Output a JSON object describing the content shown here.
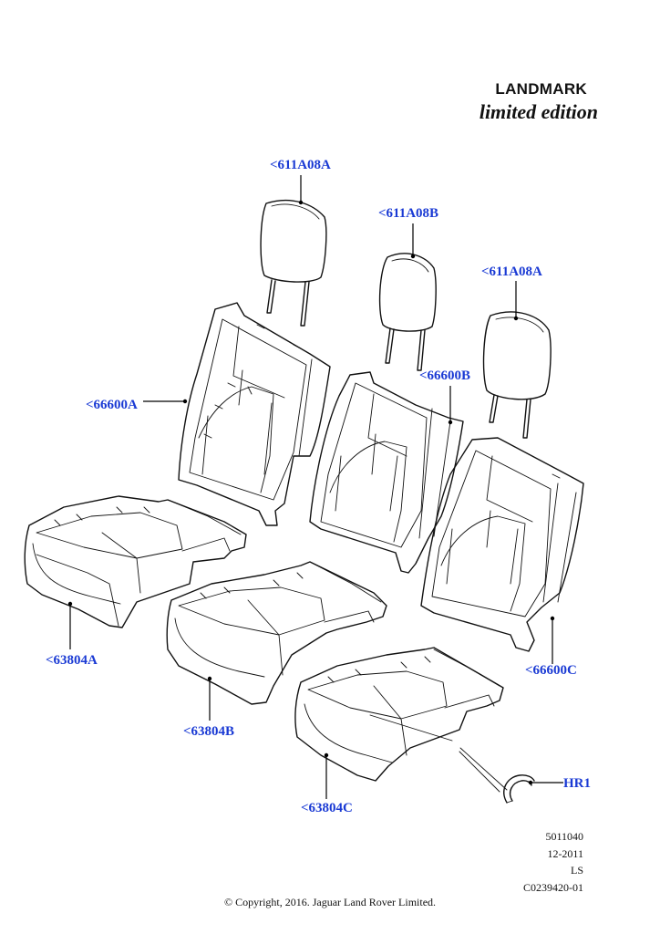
{
  "brand": {
    "title": "LANDMARK",
    "subtitle": "limited edition"
  },
  "callouts": [
    {
      "id": "headrest-left",
      "label": "<611A08A"
    },
    {
      "id": "headrest-center",
      "label": "<611A08B"
    },
    {
      "id": "headrest-right",
      "label": "<611A08A"
    },
    {
      "id": "backrest-left",
      "label": "<66600A"
    },
    {
      "id": "backrest-center",
      "label": "<66600B"
    },
    {
      "id": "backrest-right",
      "label": "<66600C"
    },
    {
      "id": "cushion-left",
      "label": "<63804A"
    },
    {
      "id": "cushion-center",
      "label": "<63804B"
    },
    {
      "id": "cushion-right",
      "label": "<63804C"
    },
    {
      "id": "hook-ring",
      "label": "HR1"
    }
  ],
  "meta": [
    "5011040",
    "12-2011",
    "LS",
    "C0239420-01"
  ],
  "copyright": "© Copyright, 2016. Jaguar Land Rover Limited."
}
